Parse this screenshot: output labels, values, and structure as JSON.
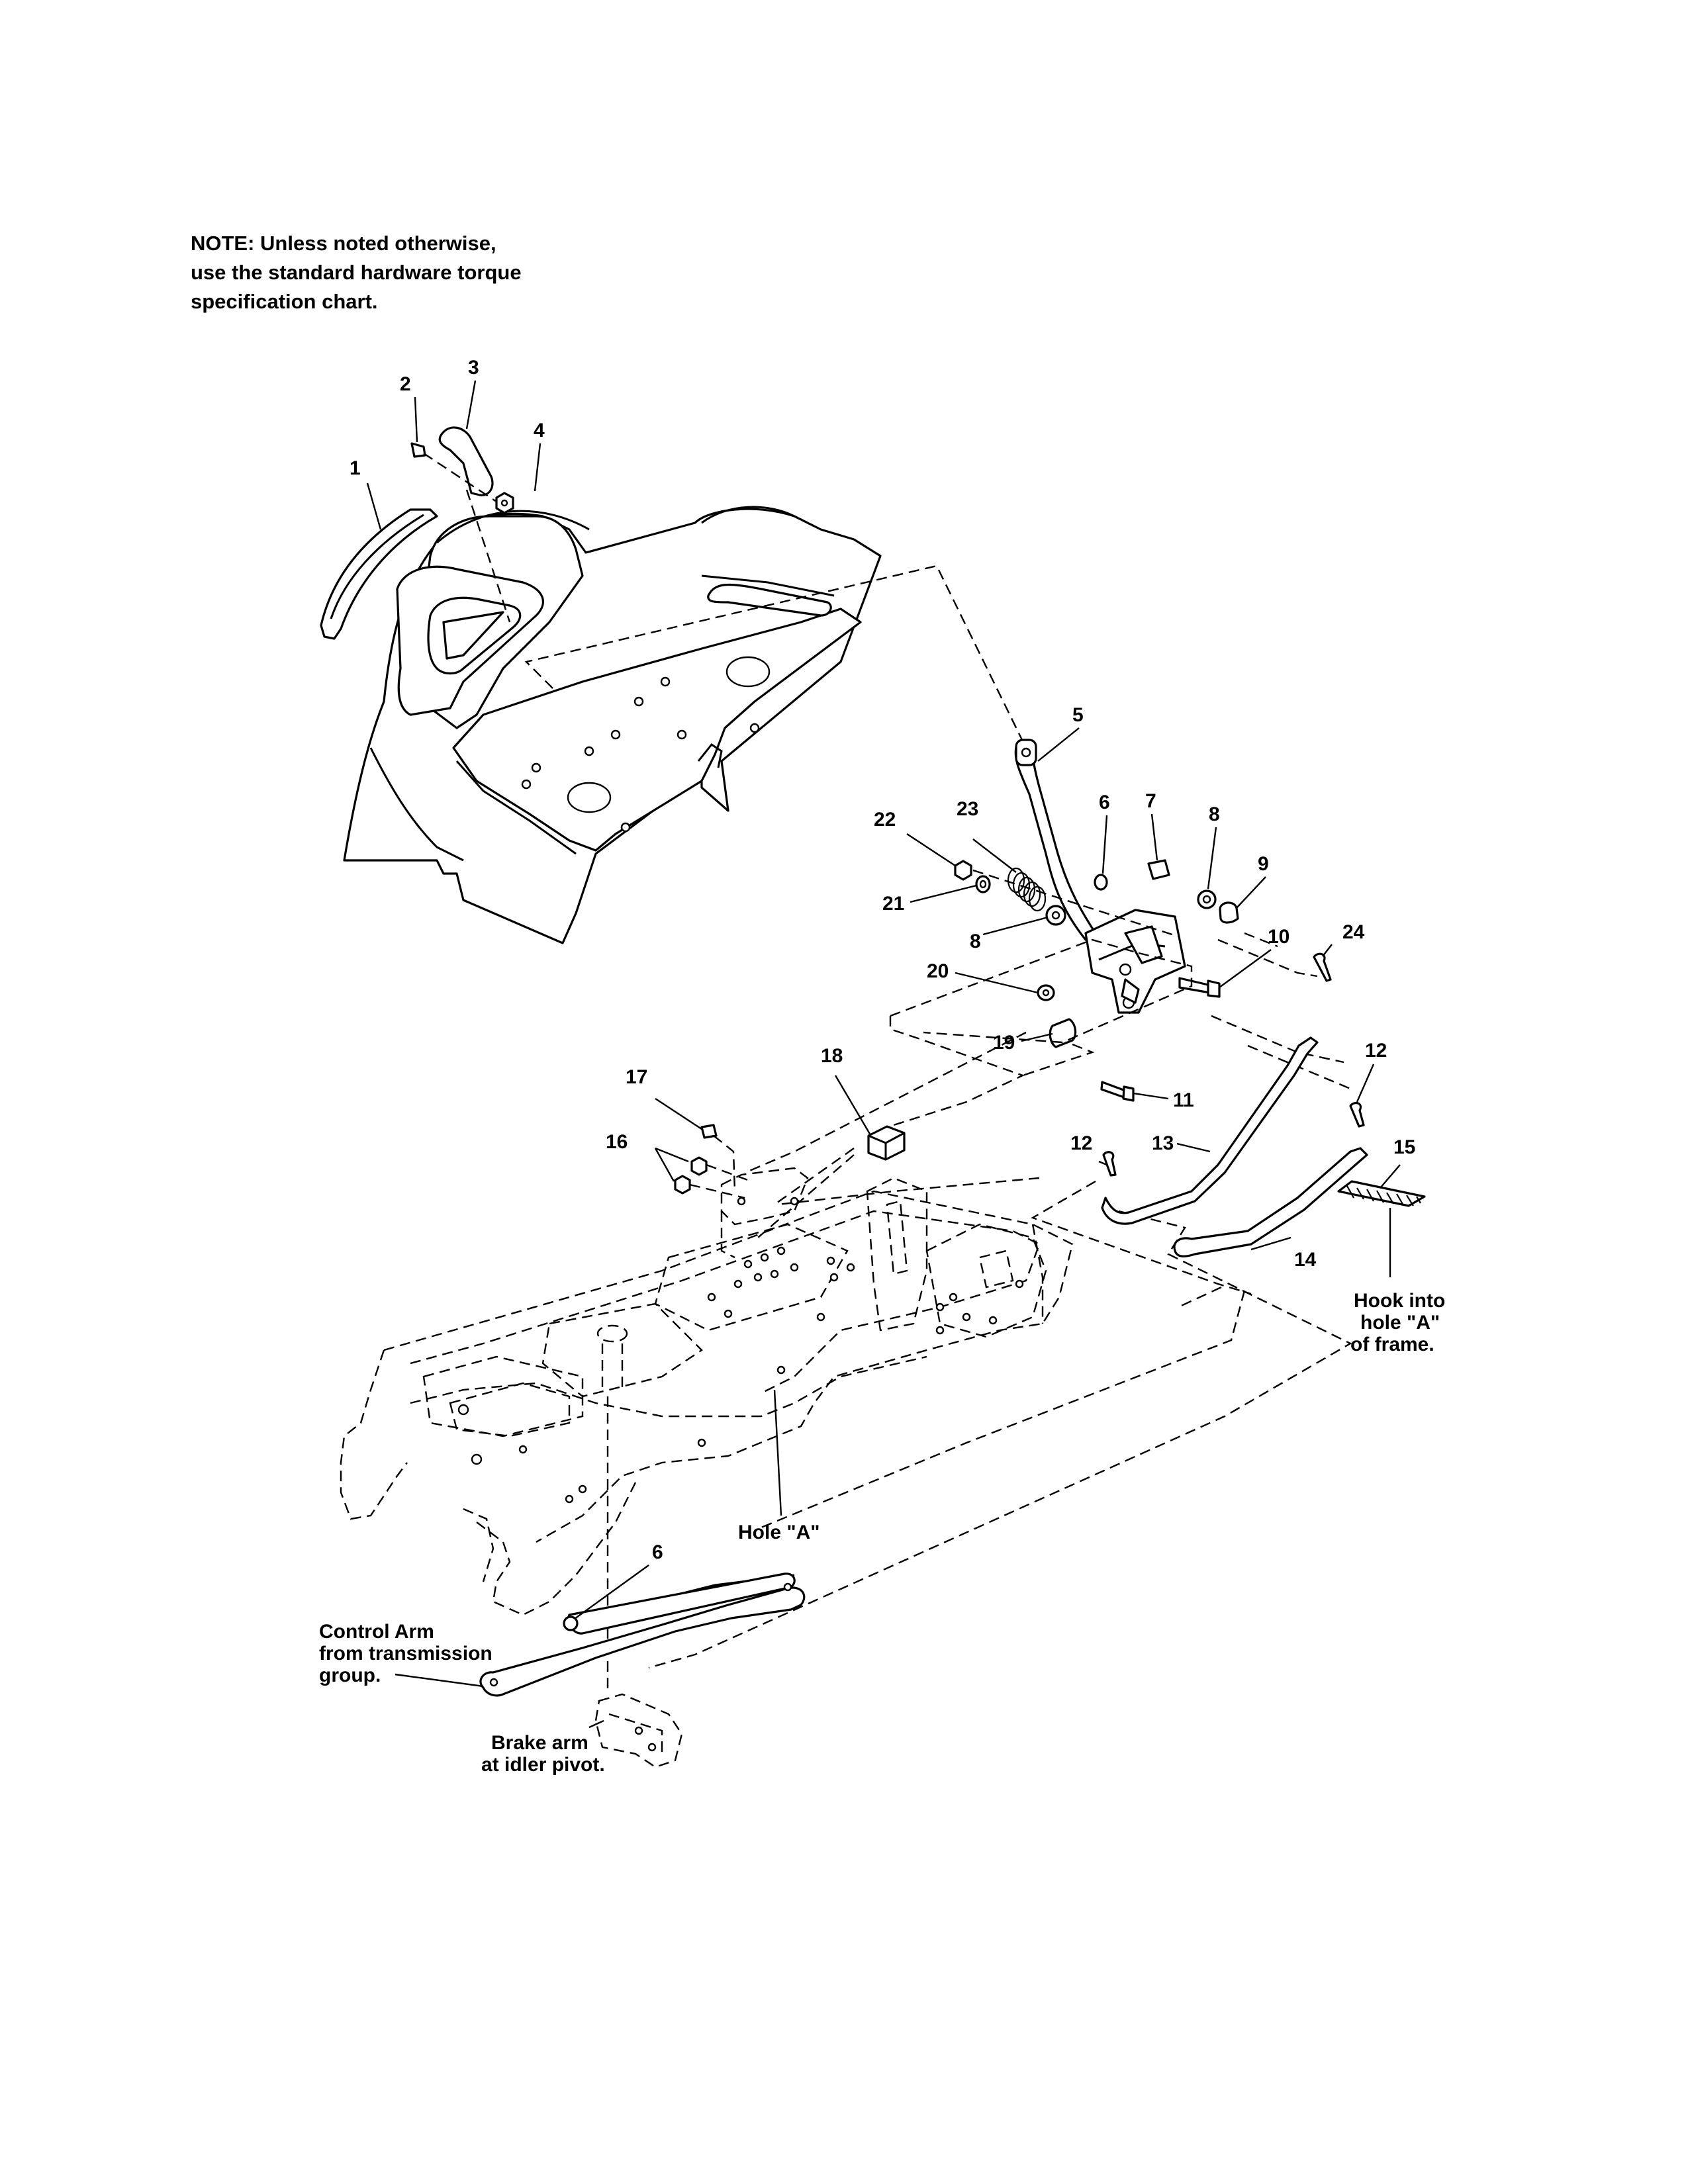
{
  "note": {
    "lines": [
      "NOTE: Unless noted otherwise,",
      "use the standard hardware torque",
      "specification chart."
    ]
  },
  "callouts": [
    {
      "id": "1",
      "text": "1"
    },
    {
      "id": "2",
      "text": "2"
    },
    {
      "id": "3",
      "text": "3"
    },
    {
      "id": "4",
      "text": "4"
    },
    {
      "id": "5",
      "text": "5"
    },
    {
      "id": "6a",
      "text": "6"
    },
    {
      "id": "6b",
      "text": "6"
    },
    {
      "id": "7",
      "text": "7"
    },
    {
      "id": "8a",
      "text": "8"
    },
    {
      "id": "8b",
      "text": "8"
    },
    {
      "id": "9",
      "text": "9"
    },
    {
      "id": "10",
      "text": "10"
    },
    {
      "id": "11",
      "text": "11"
    },
    {
      "id": "12a",
      "text": "12"
    },
    {
      "id": "12b",
      "text": "12"
    },
    {
      "id": "13",
      "text": "13"
    },
    {
      "id": "14",
      "text": "14"
    },
    {
      "id": "15",
      "text": "15"
    },
    {
      "id": "16",
      "text": "16"
    },
    {
      "id": "17",
      "text": "17"
    },
    {
      "id": "18",
      "text": "18"
    },
    {
      "id": "19",
      "text": "19"
    },
    {
      "id": "20",
      "text": "20"
    },
    {
      "id": "21",
      "text": "21"
    },
    {
      "id": "22",
      "text": "22"
    },
    {
      "id": "23",
      "text": "23"
    },
    {
      "id": "24",
      "text": "24"
    }
  ],
  "captions": {
    "hook": [
      "Hook into",
      "hole \"A\"",
      "of frame."
    ],
    "hole_a": "Hole \"A\"",
    "control_arm": [
      "Control Arm",
      "from transmission",
      "group."
    ],
    "brake_arm": [
      "Brake arm",
      "at idler pivot."
    ]
  }
}
